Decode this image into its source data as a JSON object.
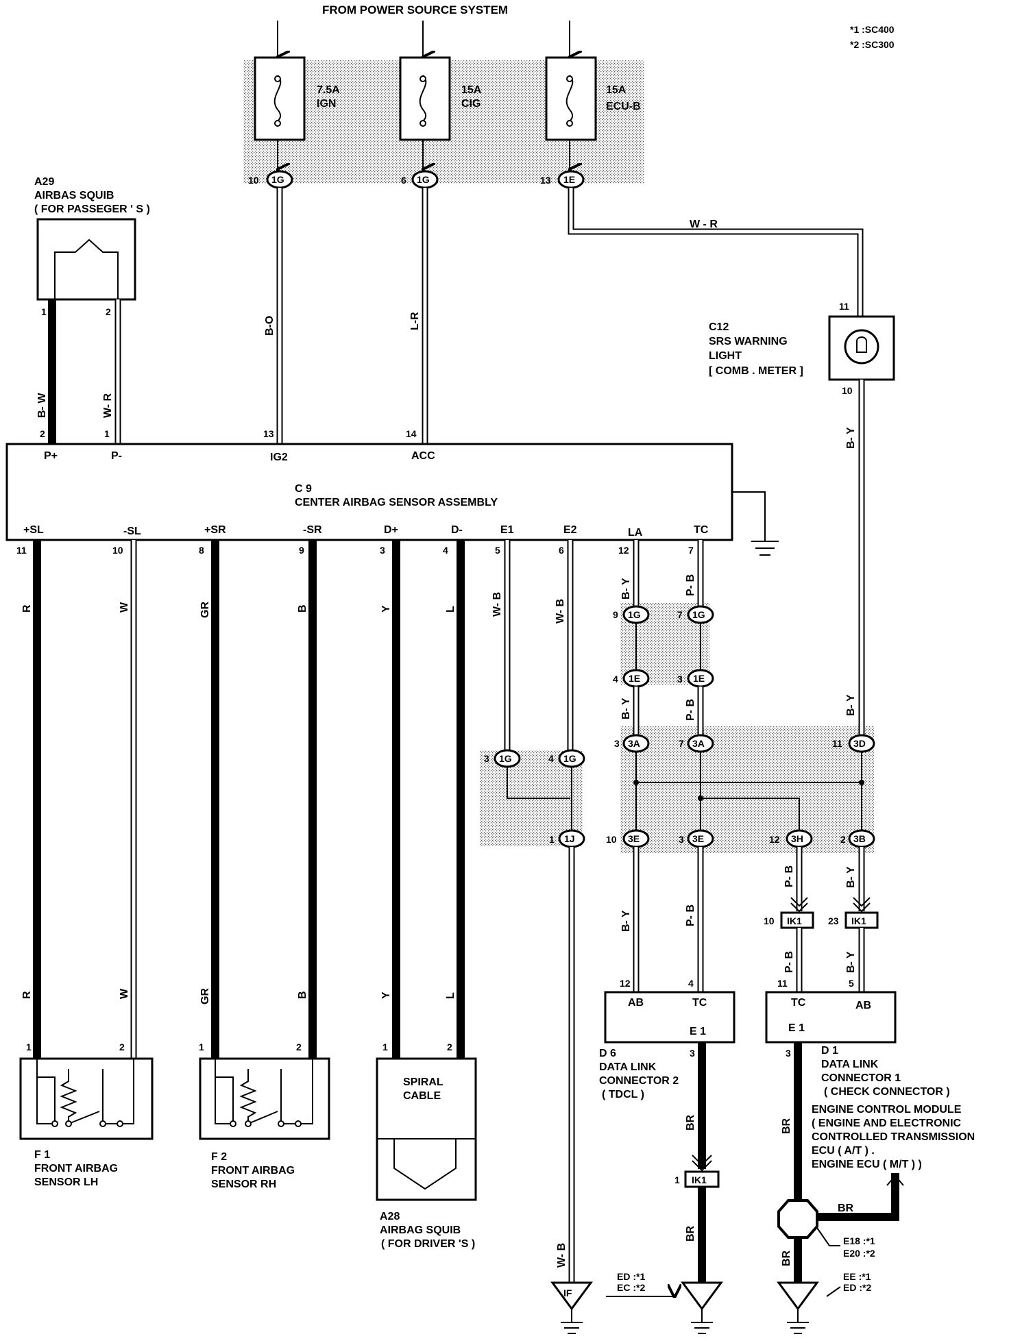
{
  "header": {
    "source": "FROM POWER SOURCE SYSTEM",
    "note1": "*1 :SC400",
    "note2": "*2 :SC300"
  },
  "fuses": [
    {
      "amp": "7.5A",
      "name": "IGN"
    },
    {
      "amp": "15A",
      "name": "CIG"
    },
    {
      "amp": "15A",
      "name": "ECU-B"
    }
  ],
  "connectors": {
    "c1g": "1G",
    "c1e": "1E",
    "c3a": "3A",
    "c3d": "3D",
    "c3e": "3E",
    "c3h": "3H",
    "c3b": "3B",
    "c1j": "1J",
    "ik1": "IK1",
    "if": "IF"
  },
  "components": {
    "a29_code": "A29",
    "a29_name": "AIRBAS SQUIB",
    "a29_sub": "( FOR PASSEGER ' S )",
    "c12_code": "C12",
    "c12_name1": "SRS WARNING",
    "c12_name2": "LIGHT",
    "c12_name3": "[ COMB . METER ]",
    "c9_code": "C 9",
    "c9_name": "CENTER AIRBAG SENSOR ASSEMBLY",
    "f1_code": "F 1",
    "f1_name1": "FRONT AIRBAG",
    "f1_name2": "SENSOR LH",
    "f2_code": "F 2",
    "f2_name1": "FRONT AIRBAG",
    "f2_name2": "SENSOR RH",
    "spiral1": "SPIRAL",
    "spiral2": "CABLE",
    "a28_code": "A28",
    "a28_name": "AIRBAG SQUIB",
    "a28_sub": "( FOR DRIVER 'S )",
    "d6_code": "D 6",
    "d6_name1": "DATA LINK",
    "d6_name2": "CONNECTOR 2",
    "d6_name3": "( TDCL )",
    "d1_code": "D 1",
    "d1_name1": "DATA LINK",
    "d1_name2": "CONNECTOR 1",
    "d1_name3": "( CHECK CONNECTOR )",
    "ecm1": "ENGINE CONTROL MODULE",
    "ecm2": "( ENGINE AND ELECTRONIC",
    "ecm3": "CONTROLLED TRANSMISSION",
    "ecm4": "ECU ( A/T ) .",
    "ecm5": "ENGINE ECU ( M/T ) )"
  },
  "c9_pins_top": [
    "P+",
    "P-",
    "IG2",
    "ACC"
  ],
  "c9_pins_bottom": [
    "+SL",
    "-SL",
    "+SR",
    "-SR",
    "D+",
    "D-",
    "E1",
    "E2",
    "LA",
    "TC"
  ],
  "dlc_pins": {
    "ab": "AB",
    "tc": "TC",
    "e1": "E 1"
  },
  "wires": {
    "bo": "B-O",
    "lr": "L-R",
    "wr": "W - R",
    "bw": "B- W",
    "wr2": "W- R",
    "by": "B- Y",
    "r": "R",
    "w": "W",
    "gr": "GR",
    "b": "B",
    "y": "Y",
    "l": "L",
    "wb": "W- B",
    "pb": "P- B",
    "br": "BR"
  },
  "pins": {
    "p10": "10",
    "p6": "6",
    "p13": "13",
    "p1": "1",
    "p2": "2",
    "p14": "14",
    "p11": "11",
    "p8": "8",
    "p9": "9",
    "p3": "3",
    "p4": "4",
    "p5": "5",
    "p12": "12",
    "p7": "7",
    "p23": "23"
  },
  "grounds": {
    "e18": "E18 :*1",
    "e20": "E20 :*2",
    "ee": "EE :*1",
    "ed2": "ED :*2",
    "ed1": "ED :*1",
    "ec": "EC :*2"
  }
}
